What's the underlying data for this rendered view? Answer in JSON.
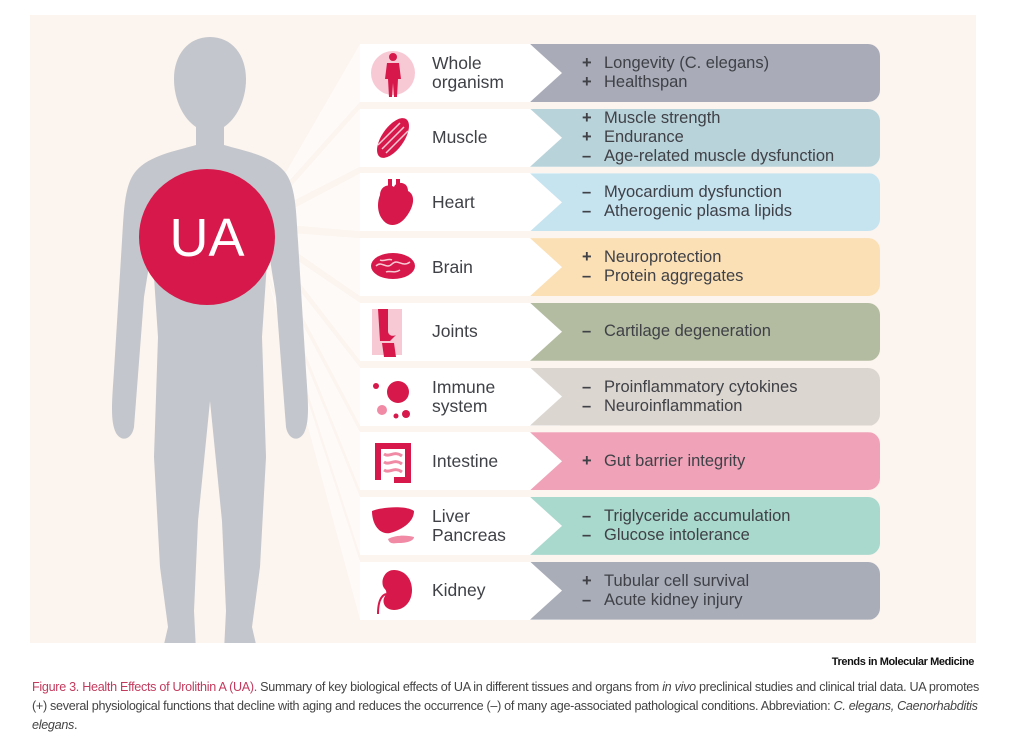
{
  "center_label": "UA",
  "colors": {
    "accent": "#d6194a",
    "body": "#c3c6cc",
    "panel": "#fcf4ee"
  },
  "rows": [
    {
      "name_lines": [
        "Whole",
        "organism"
      ],
      "icon": "human-figure-icon",
      "color": "#a9acb8",
      "effects": [
        {
          "sign": "+",
          "text": "Longevity (C. elegans)"
        },
        {
          "sign": "+",
          "text": "Healthspan"
        }
      ]
    },
    {
      "name_lines": [
        "Muscle"
      ],
      "icon": "muscle-icon",
      "color": "#b9d3da",
      "effects": [
        {
          "sign": "+",
          "text": "Muscle strength"
        },
        {
          "sign": "+",
          "text": "Endurance"
        },
        {
          "sign": "–",
          "text": "Age-related muscle dysfunction"
        }
      ]
    },
    {
      "name_lines": [
        "Heart"
      ],
      "icon": "heart-icon",
      "color": "#c6e3f0",
      "effects": [
        {
          "sign": "–",
          "text": "Myocardium dysfunction"
        },
        {
          "sign": "–",
          "text": "Atherogenic plasma lipids"
        }
      ]
    },
    {
      "name_lines": [
        "Brain"
      ],
      "icon": "brain-icon",
      "color": "#fbe0b5",
      "effects": [
        {
          "sign": "+",
          "text": "Neuroprotection"
        },
        {
          "sign": "–",
          "text": "Protein aggregates"
        }
      ]
    },
    {
      "name_lines": [
        "Joints"
      ],
      "icon": "knee-joint-icon",
      "color": "#b3bba0",
      "effects": [
        {
          "sign": "–",
          "text": "Cartilage degeneration"
        }
      ]
    },
    {
      "name_lines": [
        "Immune",
        "system"
      ],
      "icon": "virus-icon",
      "color": "#dcd6d0",
      "effects": [
        {
          "sign": "–",
          "text": "Proinflammatory cytokines"
        },
        {
          "sign": "–",
          "text": "Neuroinflammation"
        }
      ]
    },
    {
      "name_lines": [
        "Intestine"
      ],
      "icon": "intestine-icon",
      "color": "#f0a3b8",
      "effects": [
        {
          "sign": "+",
          "text": "Gut barrier integrity"
        }
      ]
    },
    {
      "name_lines": [
        "Liver",
        "Pancreas"
      ],
      "icon": "liver-pancreas-icon",
      "color": "#a9d8cc",
      "effects": [
        {
          "sign": "–",
          "text": "Triglyceride accumulation"
        },
        {
          "sign": "–",
          "text": "Glucose intolerance"
        }
      ]
    },
    {
      "name_lines": [
        "Kidney"
      ],
      "icon": "kidney-icon",
      "color": "#a9adb8",
      "effects": [
        {
          "sign": "+",
          "text": "Tubular cell survival"
        },
        {
          "sign": "–",
          "text": "Acute kidney injury"
        }
      ]
    }
  ],
  "source": "Trends in Molecular Medicine",
  "caption": {
    "title": "Figure 3. Health Effects of Urolithin A (UA).",
    "text1": " Summary of key biological effects of UA in different tissues and organs from ",
    "italic1": "in vivo",
    "text2": " preclinical studies and clinical trial data. UA promotes (+) several physiological functions that decline with aging and reduces the occurrence (–) of many age-associated pathological conditions. Abbreviation: ",
    "italic2": "C. elegans, Caenorhabditis elegans",
    "text3": "."
  }
}
